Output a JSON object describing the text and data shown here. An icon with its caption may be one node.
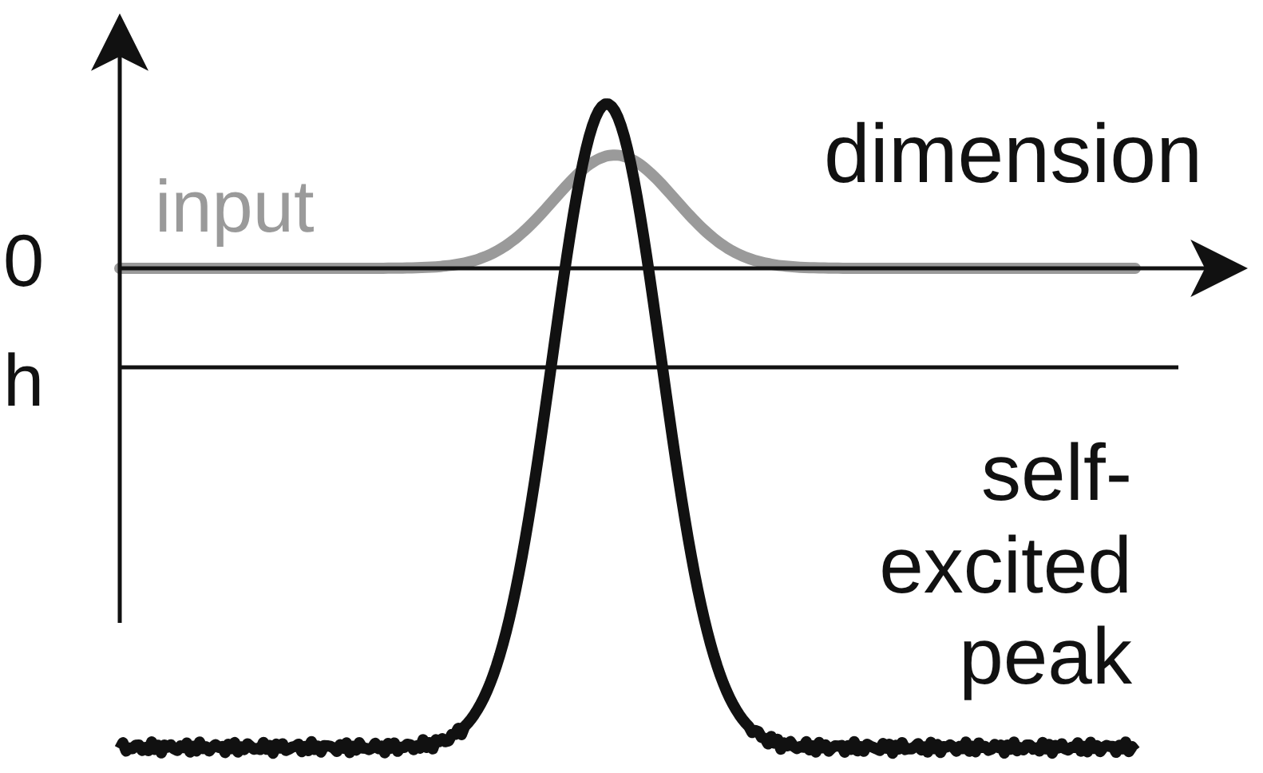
{
  "diagram": {
    "labels": [
      "dimension",
      "input",
      "0",
      "h",
      "self-excited peak"
    ]
  }
}
